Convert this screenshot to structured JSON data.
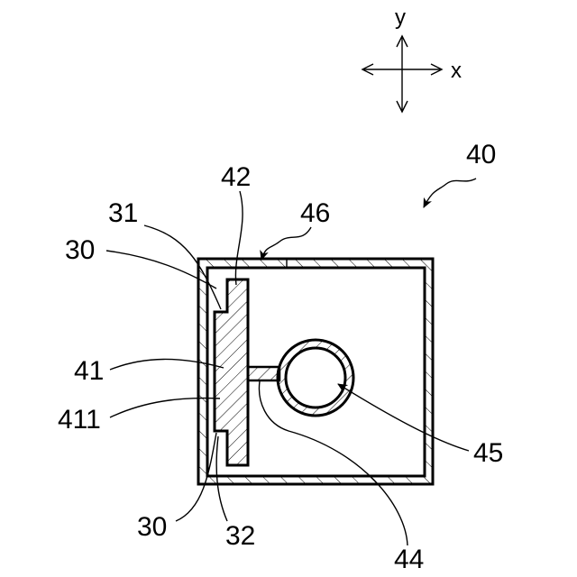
{
  "axes": {
    "y_label": "y",
    "x_label": "x"
  },
  "labels": {
    "device": "40",
    "l42": "42",
    "l46": "46",
    "l31": "31",
    "l30_top": "30",
    "l41": "41",
    "l411": "411",
    "l45": "45",
    "l30_bottom": "30",
    "l32": "32",
    "l44": "44"
  },
  "colors": {
    "line": "#000000",
    "background": "#ffffff"
  }
}
